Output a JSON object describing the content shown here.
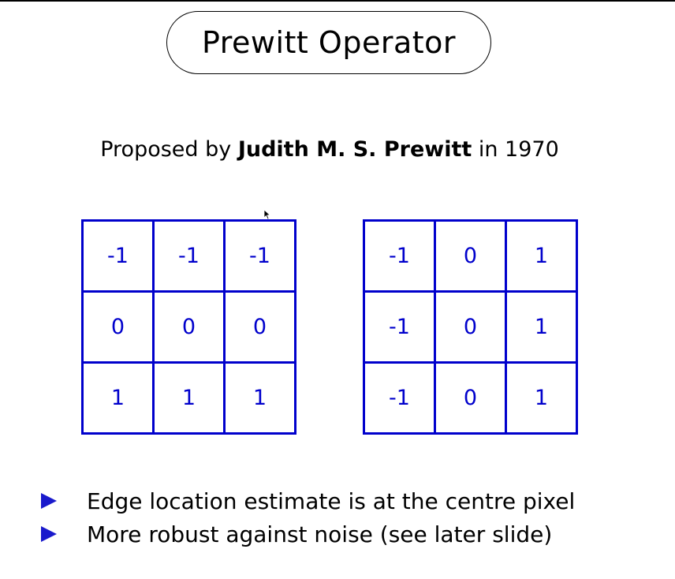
{
  "slide": {
    "title": "Prewitt Operator",
    "subtitle": {
      "prefix": "Proposed by ",
      "author": "Judith M. S. Prewitt",
      "suffix": " in 1970"
    }
  },
  "kernels": [
    {
      "rows": [
        [
          "-1",
          "-1",
          "-1"
        ],
        [
          "0",
          "0",
          "0"
        ],
        [
          "1",
          "1",
          "1"
        ]
      ]
    },
    {
      "rows": [
        [
          "-1",
          "0",
          "1"
        ],
        [
          "-1",
          "0",
          "1"
        ],
        [
          "-1",
          "0",
          "1"
        ]
      ]
    }
  ],
  "bullets": [
    {
      "icon": "triangle-right-icon",
      "text": "Edge location estimate is at the centre pixel"
    },
    {
      "icon": "triangle-right-icon",
      "text": "More robust against noise (see later slide)"
    }
  ],
  "colors": {
    "kernel": "#0000cc",
    "bullet": "#1a1acc",
    "text": "#000000"
  }
}
